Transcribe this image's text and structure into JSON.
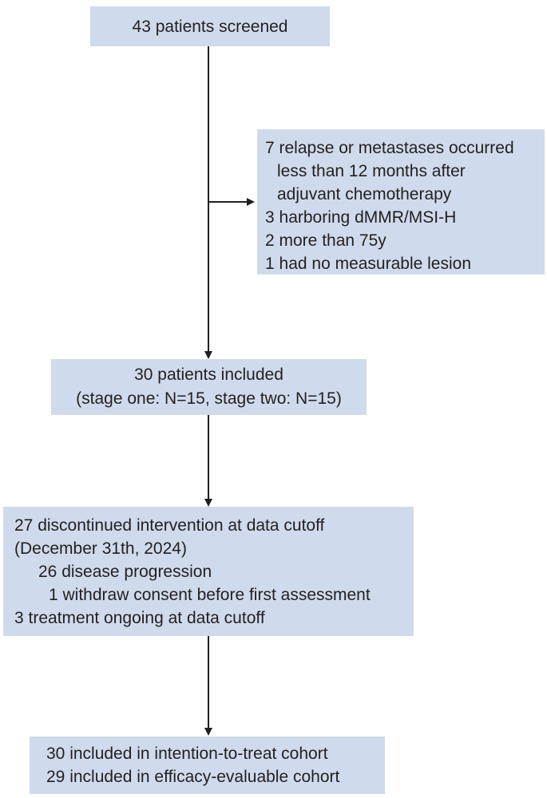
{
  "colors": {
    "box_fill": "#cfdbec",
    "text": "#231f20",
    "arrow": "#231f20"
  },
  "boxes": {
    "screened": {
      "lines": [
        "43 patients screened"
      ]
    },
    "excluded": {
      "lines": [
        "7 relapse or metastases occurred",
        "less than 12 months after",
        "adjuvant chemotherapy",
        "3 harboring dMMR/MSI-H",
        "2 more than 75y",
        "1 had no measurable lesion"
      ]
    },
    "included": {
      "lines": [
        "30 patients included",
        "(stage one: N=15, stage two: N=15)"
      ]
    },
    "discontinued": {
      "lines": [
        "27 discontinued intervention at data cutoff",
        "(December 31th, 2024)",
        "26 disease progression",
        "1 withdraw consent before first assessment",
        "3 treatment ongoing at data cutoff"
      ]
    },
    "cohorts": {
      "lines": [
        "30 included in intention-to-treat cohort",
        "29 included in efficacy-evaluable cohort"
      ]
    }
  }
}
